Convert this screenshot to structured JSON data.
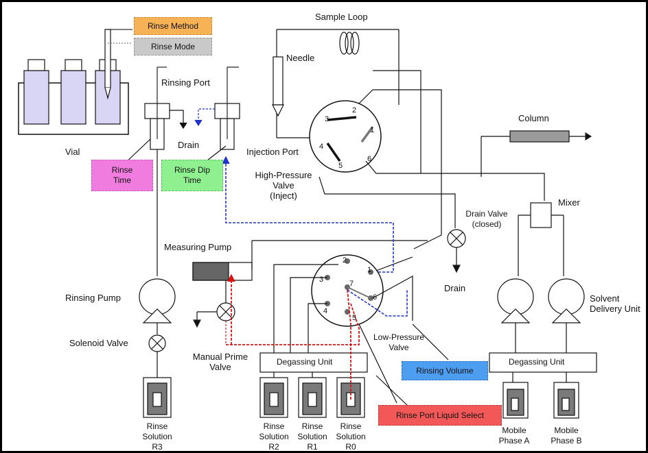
{
  "labels": {
    "sample_loop": "Sample Loop",
    "needle": "Needle",
    "rinsing_port": "Rinsing Port",
    "drain_top": "Drain",
    "vial": "Vial",
    "injection_port": "Injection Port",
    "hp_valve": "High-Pressure\nValve\n(Inject)",
    "column": "Column",
    "mixer": "Mixer",
    "drain_valve": "Drain Valve\n(closed)",
    "drain_right": "Drain",
    "measuring_pump": "Measuring Pump",
    "rinsing_pump": "Rinsing Pump",
    "solenoid_valve": "Solenoid Valve",
    "manual_prime_valve": "Manual Prime\nValve",
    "degassing_unit_left": "Degassing Unit",
    "degassing_unit_right": "Degassing Unit",
    "lp_valve": "Low-Pressure\nValve",
    "solvent_delivery": "Solvent\nDelivery Unit",
    "rinse_r3": "Rinse\nSolution\nR3",
    "rinse_r2": "Rinse\nSolution\nR2",
    "rinse_r1": "Rinse\nSolution\nR1",
    "rinse_r0": "Rinse\nSolution\nR0",
    "mobile_a": "Mobile\nPhase A",
    "mobile_b": "Mobile\nPhase B"
  },
  "port_numbers": {
    "hp": [
      "1",
      "2",
      "3",
      "4",
      "5",
      "6"
    ],
    "lp": [
      "1",
      "2",
      "3",
      "4",
      "5",
      "6",
      "7"
    ]
  },
  "parameters": {
    "rinse_method": "Rinse Method",
    "rinse_mode": "Rinse Mode",
    "rinse_time": "Rinse\nTime",
    "rinse_dip_time": "Rinse Dip\nTime",
    "rinsing_volume": "Rinsing Volume",
    "rinse_port_liquid_select": "Rinse Port Liquid Select"
  }
}
